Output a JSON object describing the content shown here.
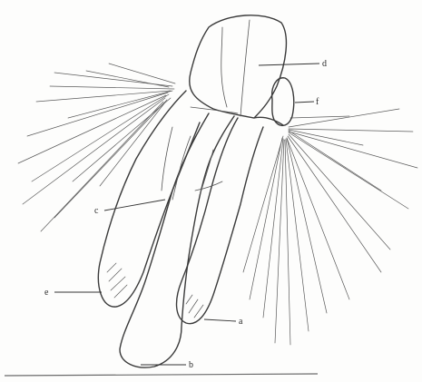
{
  "figure": {
    "labels": {
      "a": "a",
      "b": "b",
      "c": "c",
      "d": "d",
      "e": "e",
      "f": "f"
    }
  }
}
